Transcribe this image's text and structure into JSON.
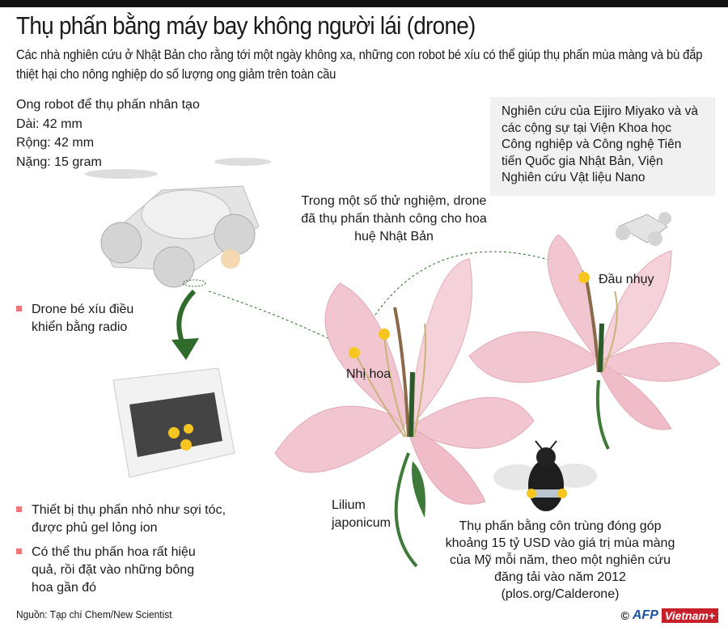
{
  "title": "Thụ phấn bằng máy bay không người lái (drone)",
  "subtitle": "Các nhà nghiên cứu ở Nhật Bản cho rằng tới một ngày không xa, những con robot bé xíu có thể giúp thụ phấn mùa màng và bù đắp thiệt hại cho nông nghiệp do số lượng ong giảm trên toàn cầu",
  "specs": [
    "Ong robot để thụ phấn nhân tạo",
    "Dài: 42 mm",
    "Rộng: 42 mm",
    "Nặng: 15 gram"
  ],
  "research": "Nghiên cứu của Eijiro Miyako và và các cộng sự tại Viện Khoa học Công nghiệp và Công nghệ Tiên tiến Quốc gia Nhật Bản, Viện Nghiên cứu Vật liệu Nano",
  "trial_note": "Trong một số thử nghiệm, drone đã thụ phấn thành công cho hoa huệ Nhật Bản",
  "bullets": [
    "Drone bé xíu điều khiển bằng radio",
    "Thiết bị thụ phấn nhỏ như sợi tóc, được phủ gel lỏng ion",
    "Có thể thu phấn hoa rất hiệu quả, rồi đặt vào những bông hoa gần đó"
  ],
  "labels": {
    "stamen": "Nhị hoa",
    "stigma": "Đầu nhụy",
    "species": "Lilium japonicum"
  },
  "insect_note": "Thụ phấn bằng côn trùng đóng góp khoảng 15 tỷ USD vào giá trị mùa màng của Mỹ mỗi năm, theo một nghiên cứu đăng tải vào năm 2012 (plos.org/Calderone)",
  "source": "Nguồn: Tạp chí Chem/New Scientist",
  "logo": {
    "copyright": "©",
    "afp": "AFP",
    "vietnam": "Vietnam+"
  },
  "colors": {
    "bullet": "#ee7777",
    "petal": "#f2c6d0",
    "stem": "#3f7a3a",
    "pollen": "#f7c520",
    "logo_red": "#c8202a",
    "logo_blue": "#1d4fa6"
  }
}
